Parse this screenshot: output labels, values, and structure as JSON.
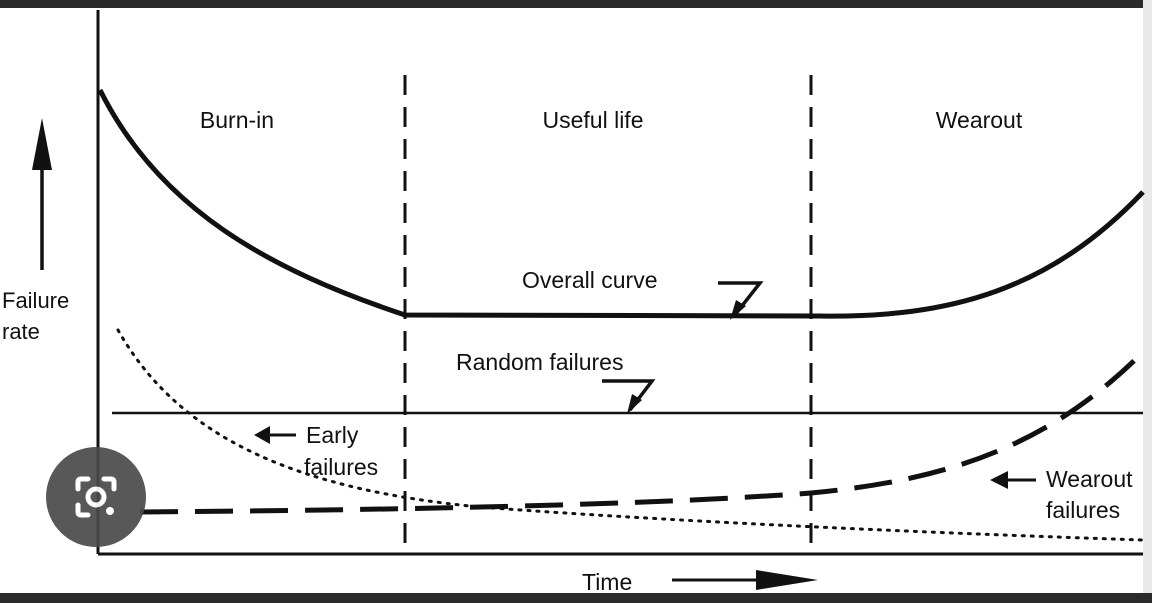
{
  "regions": {
    "burn_in": "Burn-in",
    "useful_life": "Useful life",
    "wearout": "Wearout"
  },
  "axes": {
    "y_label_line1": "Failure",
    "y_label_line2": "rate",
    "x_label": "Time"
  },
  "curves": {
    "overall": "Overall curve",
    "random": "Random failures",
    "early_line1": "Early",
    "early_line2": "failures",
    "wearout_line1": "Wearout",
    "wearout_line2": "failures"
  },
  "overlay": {
    "icon": "camera-search-icon",
    "color": "#4a4a4a"
  },
  "colors": {
    "ink": "#111111",
    "frame": "#2b2b2b"
  }
}
